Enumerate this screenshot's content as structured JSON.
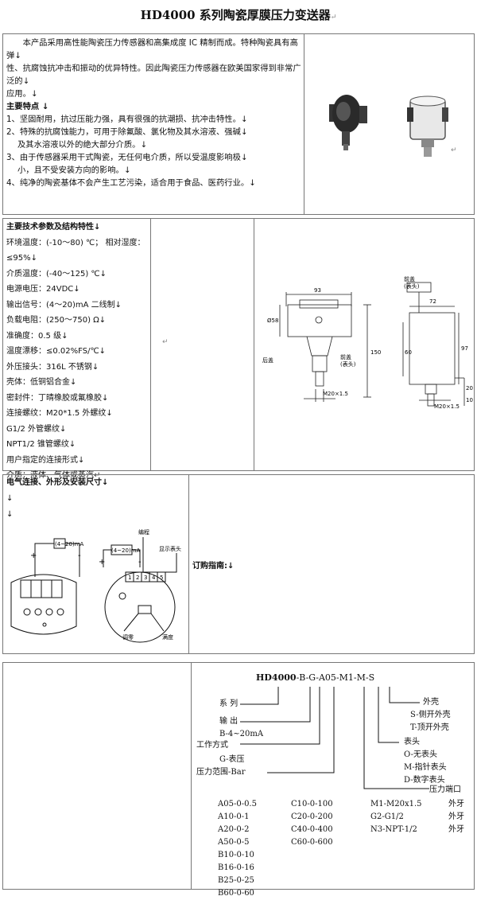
{
  "title": "HD4000 系列陶瓷厚膜压力变送器",
  "mark": "↵",
  "intro": {
    "lines": [
      "本产品采用高性能陶瓷压力传感器和高集成度 IC 精制而成。特种陶瓷具有高弹↓",
      "性、抗腐蚀抗冲击和振动的优异特性。因此陶瓷压力传感器在欧美国家得到非常广泛的↓",
      "应用。↓"
    ],
    "features_title": "主要特点 ↓",
    "features": [
      "1、坚固耐用，抗过压能力强，具有很强的抗潮损、抗冲击特性。↓",
      "2、特殊的抗腐蚀能力，可用于除氟酸、氯化物及其水溶液、强碱↓",
      "及其水溶液以外的绝大部分介质。↓",
      "3、由于传感器采用干式陶瓷，无任何电介质，所以受温度影响极↓",
      "小，且不受安装方向的影响。↓",
      "4、纯净的陶瓷基体不会产生工艺污染，适合用于食品、医药行业。↓"
    ]
  },
  "specs": {
    "title": "主要技术参数及结构特性↓",
    "items": [
      "环境温度：(-10～80) ℃；   相对湿度：≤95%↓",
      "介质温度：(-40～125) ℃↓",
      "电源电压：24VDC↓",
      "输出信号：(4～20)mA 二线制↓",
      "负载电阻：(250～750) Ω↓",
      "准确度：0.5 级↓",
      "温度漂移：≤0.02%FS/℃↓",
      "外压接头：316L 不锈钢↓",
      "壳体：低铜铝合金↓",
      "密封件：丁晴橡胶或氟橡胶↓",
      "连接螺纹：M20*1.5 外螺纹↓",
      "G1/2 外管螺纹↓",
      "NPT1/2 锥管螺纹↓",
      "用户指定的连接形式↓",
      "介质：液体、气体或蒸汽↵"
    ]
  },
  "dims": {
    "w93": "93",
    "w72": "72",
    "h150": "150",
    "h97": "97",
    "h60": "60",
    "h20": "20",
    "h10": "10",
    "phi58": "Ø58",
    "thread": "M20×1.5",
    "houxiang": "后盖",
    "qiangai": "前盖",
    "biaotou": "(表头)",
    "jiaotou": "前盖",
    "biaotou2": "(表头)"
  },
  "electrical": {
    "title": "电气连接、外形及安装尺寸↓",
    "arrows": [
      "↓",
      "↓"
    ],
    "label_420": "(4~20)mA",
    "label_420b": "(4~20)mA",
    "plus": "+",
    "minus": "-",
    "terminals": [
      "1",
      "2",
      "3",
      "4",
      "5"
    ],
    "biancheng": "编程",
    "xianshi": "显示表头",
    "tiaoling": "调零",
    "mandu": "满度"
  },
  "order": {
    "title": "订购指南:↓"
  },
  "code": {
    "model": "HD4000",
    "rest": "-B-G-A05-M1-M-S",
    "labels": {
      "series": "系 列",
      "output": "输 出",
      "output_v": "B-4~20mA",
      "mode": "工作方式",
      "mode_v": "G-表压",
      "range": "压力范围-Bar",
      "shell": "外壳",
      "shell_s": "S-侧开外壳",
      "shell_t": "T-顶开外壳",
      "head": "表头",
      "head_o": "O-无表头",
      "head_m": "M-指针表头",
      "head_d": "D-数字表头",
      "port": "压力端口"
    },
    "col1": [
      "A05-0-0.5",
      "A10-0-1",
      "A20-0-2",
      "A50-0-5",
      "B10-0-10",
      "B16-0-16",
      "B25-0-25",
      "B60-0-60"
    ],
    "col2": [
      "C10-0-100",
      "C20-0-200",
      "C40-0-400",
      "C60-0-600"
    ],
    "col3": [
      "M1-M20x1.5",
      "G2-G1/2",
      "N3-NPT-1/2"
    ],
    "col4": [
      "外牙",
      "外牙",
      "外牙"
    ]
  }
}
